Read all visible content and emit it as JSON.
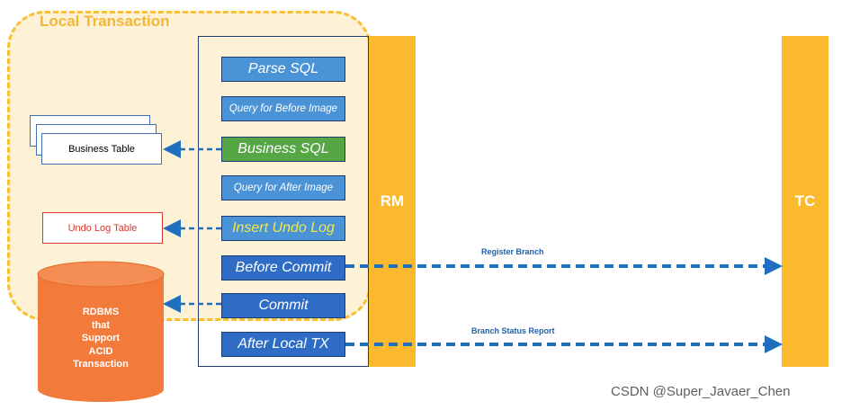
{
  "local_transaction": {
    "title": "Local Transaction"
  },
  "participants": {
    "rm": "RM",
    "tc": "TC"
  },
  "steps": [
    {
      "label": "Parse SQL"
    },
    {
      "label": "Query for Before Image"
    },
    {
      "label": "Business SQL"
    },
    {
      "label": "Query for After Image"
    },
    {
      "label": "Insert Undo Log"
    },
    {
      "label": "Before Commit"
    },
    {
      "label": "Commit"
    },
    {
      "label": "After Local TX"
    }
  ],
  "tables": {
    "business": "Business Table",
    "undo_log": "Undo Log Table"
  },
  "database": {
    "label": "RDBMS\nthat\nSupport\nACID\nTransaction"
  },
  "messages": {
    "register": "Register Branch",
    "status_report": "Branch Status Report"
  },
  "watermark": "CSDN @Super_Javaer_Chen",
  "colors": {
    "region_fill": "#fdf2d6",
    "region_border": "#f8bf2e",
    "bar": "#fbb92e",
    "step_light": "#4a93d6",
    "step_dark": "#2e6cc5",
    "step_green": "#56a646",
    "arrow": "#1f6fbe",
    "database": "#f27b3c"
  }
}
